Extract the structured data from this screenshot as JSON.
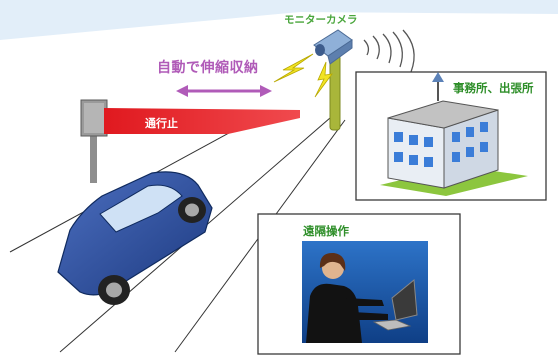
{
  "labels": {
    "camera": "モニターカメラ",
    "telescopic": "自動で伸縮収納",
    "no_entry": "通行止",
    "office": "事務所、出張所",
    "remote_operation": "遠隔操作"
  },
  "colors": {
    "background": "#e2eef9",
    "barrier_arm": "#e0191f",
    "label_green": "#2f8f2a",
    "label_purple": "#b05bb8",
    "car": "#2b4e9a",
    "camera_pole": "#a9b63a"
  }
}
